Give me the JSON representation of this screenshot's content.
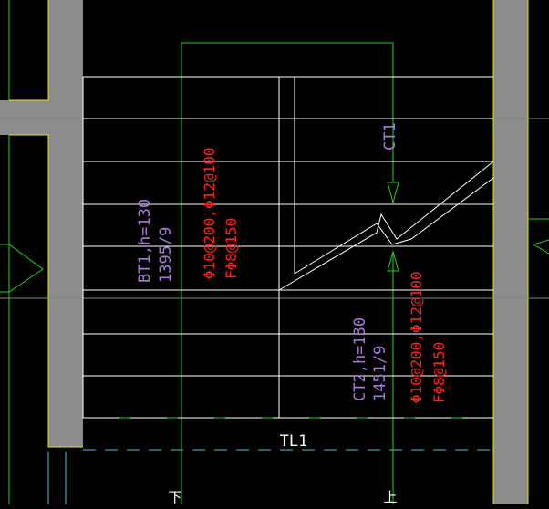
{
  "colors": {
    "background": "#000000",
    "wall_fill": "#8c8c8c",
    "wall_edge": "#e6e600",
    "tread_line": "#ffffff",
    "rebar_text": "#ff2020",
    "slab_label": "#a878d8",
    "green_line": "#20d020",
    "cyan_line": "#40c8d8"
  },
  "labels": {
    "tl1": "TL1",
    "ct1": "CT1",
    "down": "下",
    "up": "上"
  },
  "bt1": {
    "name": "BT1,h=130",
    "dims": "1395/9",
    "rebar_main": "Φ10@200,Φ12@100",
    "rebar_dist": "FΦ8@150"
  },
  "ct2": {
    "name": "CT2,h=130",
    "dims": "1451/9",
    "rebar_main": "Φ10@200,Φ12@100",
    "rebar_dist": "FΦ8@150"
  }
}
